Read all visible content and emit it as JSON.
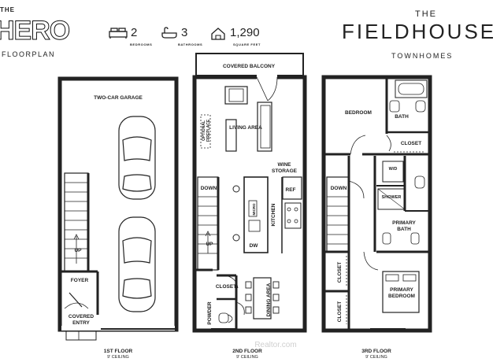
{
  "branding": {
    "the_left": "THE",
    "plan_name": "HERO",
    "plan_caption": "FLOORPLAN",
    "the_right": "THE",
    "community": "FIELDHOUSE",
    "community_sub": "TOWNHOMES"
  },
  "stats": [
    {
      "icon": "bed-icon",
      "value": "2",
      "label": "BEDROOMS"
    },
    {
      "icon": "bathtub-icon",
      "value": "3",
      "label": "BATHROOMS"
    },
    {
      "icon": "house-dimensions-icon",
      "value": "1,290",
      "label": "SQUARE FEET"
    }
  ],
  "floors": {
    "first": {
      "title": "1ST FLOOR",
      "ceiling": "9' CEILING",
      "rooms": {
        "garage": "TWO-CAR GARAGE",
        "up": "UP",
        "foyer": "FOYER",
        "entry_1": "COVERED",
        "entry_2": "ENTRY"
      }
    },
    "second": {
      "title": "2ND FLOOR",
      "ceiling": "9' CEILING",
      "rooms": {
        "balcony": "COVERED BALCONY",
        "living": "LIVING AREA",
        "fireplace_1": "OPTIONAL",
        "fireplace_2": "FIREPLACE",
        "wine_1": "WINE",
        "wine_2": "STORAGE",
        "down": "DOWN",
        "ref": "REF",
        "micro": "MICRO",
        "kitchen": "KITCHEN",
        "dw": "DW",
        "up": "UP",
        "closet": "CLOSET",
        "powder": "POWDER",
        "dining": "DINING AREA"
      }
    },
    "third": {
      "title": "3RD FLOOR",
      "ceiling": "9' CEILING",
      "rooms": {
        "bedroom": "BEDROOM",
        "bath": "BATH",
        "closet": "CLOSET",
        "wd": "W/D",
        "down": "DOWN",
        "shower": "SHOWER",
        "primary_bath_1": "PRIMARY",
        "primary_bath_2": "BATH",
        "closet_a": "CLOSET",
        "closet_b": "CLOSET",
        "primary_bed_1": "PRIMARY",
        "primary_bed_2": "BEDROOM"
      }
    }
  },
  "watermark": "Realtor.com"
}
